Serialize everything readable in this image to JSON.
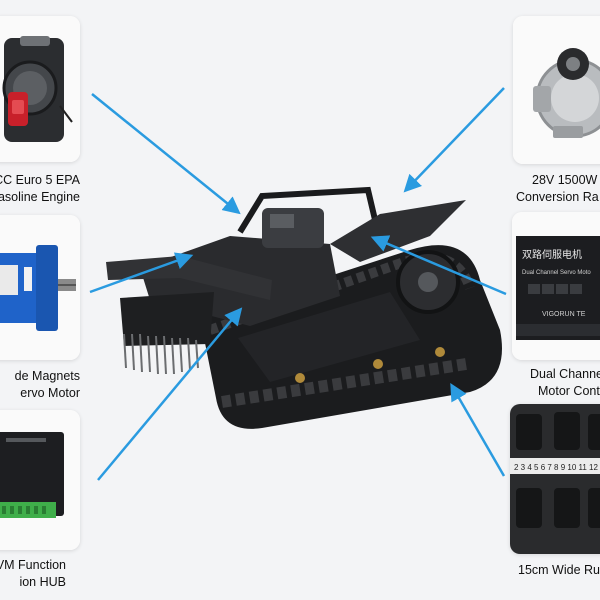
{
  "captions": {
    "engine": [
      "CC Euro 5 EPA",
      "asoline Engine"
    ],
    "servo": [
      "de Magnets",
      "ervo Motor"
    ],
    "hub": [
      "VM Function",
      "ion HUB"
    ],
    "alternator": [
      "28V 1500W",
      "Conversion Ra"
    ],
    "controller": [
      "Dual Channe",
      "Motor Conti"
    ],
    "track": [
      "15cm Wide Ru"
    ]
  },
  "controller_panel": {
    "title_cn": "双路伺服电机",
    "subtitle": "Dual Channel Servo Moto",
    "keys": [
      "◄",
      "▼",
      "▲",
      "□"
    ],
    "brand": "VIGORUN TE"
  },
  "ruler_numbers": "2 3 4 5 6 7 8 9 10 11 12",
  "colors": {
    "arrow": "#2a9be0",
    "background": "#f3f4f6"
  }
}
